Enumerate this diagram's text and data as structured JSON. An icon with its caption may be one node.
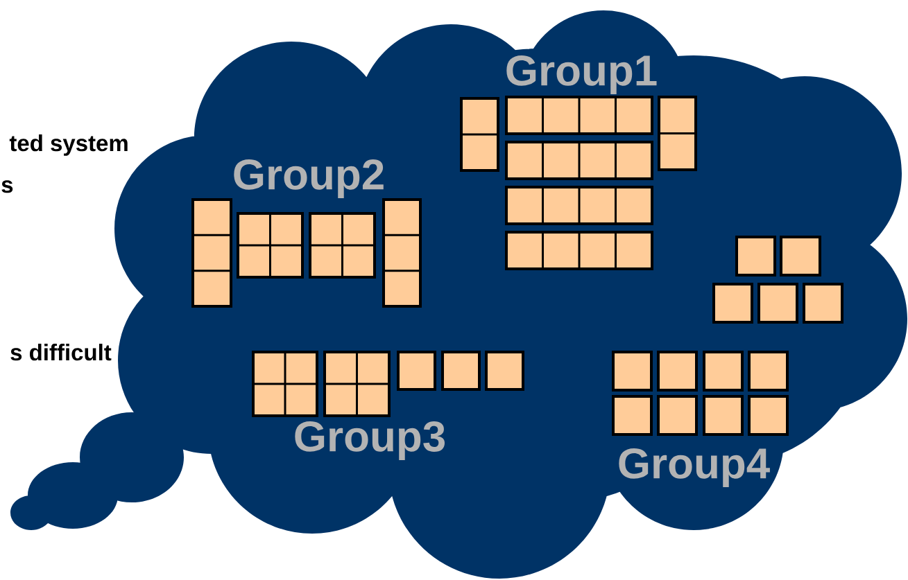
{
  "diagram": {
    "nodes": [
      {
        "text": [
          "Group1",
          "Group2",
          "Group3",
          "Group4"
        ]
      }
    ],
    "labels": [
      "ted system",
      "s",
      "s difficult"
    ]
  }
}
